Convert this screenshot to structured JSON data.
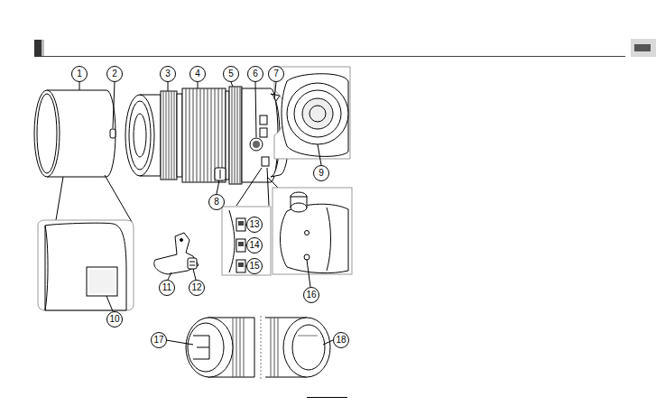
{
  "diagram": {
    "labels": [
      "1",
      "2",
      "3",
      "4",
      "5",
      "6",
      "7",
      "8",
      "9",
      "10",
      "11",
      "12",
      "13",
      "14",
      "15",
      "16",
      "17",
      "18"
    ]
  }
}
